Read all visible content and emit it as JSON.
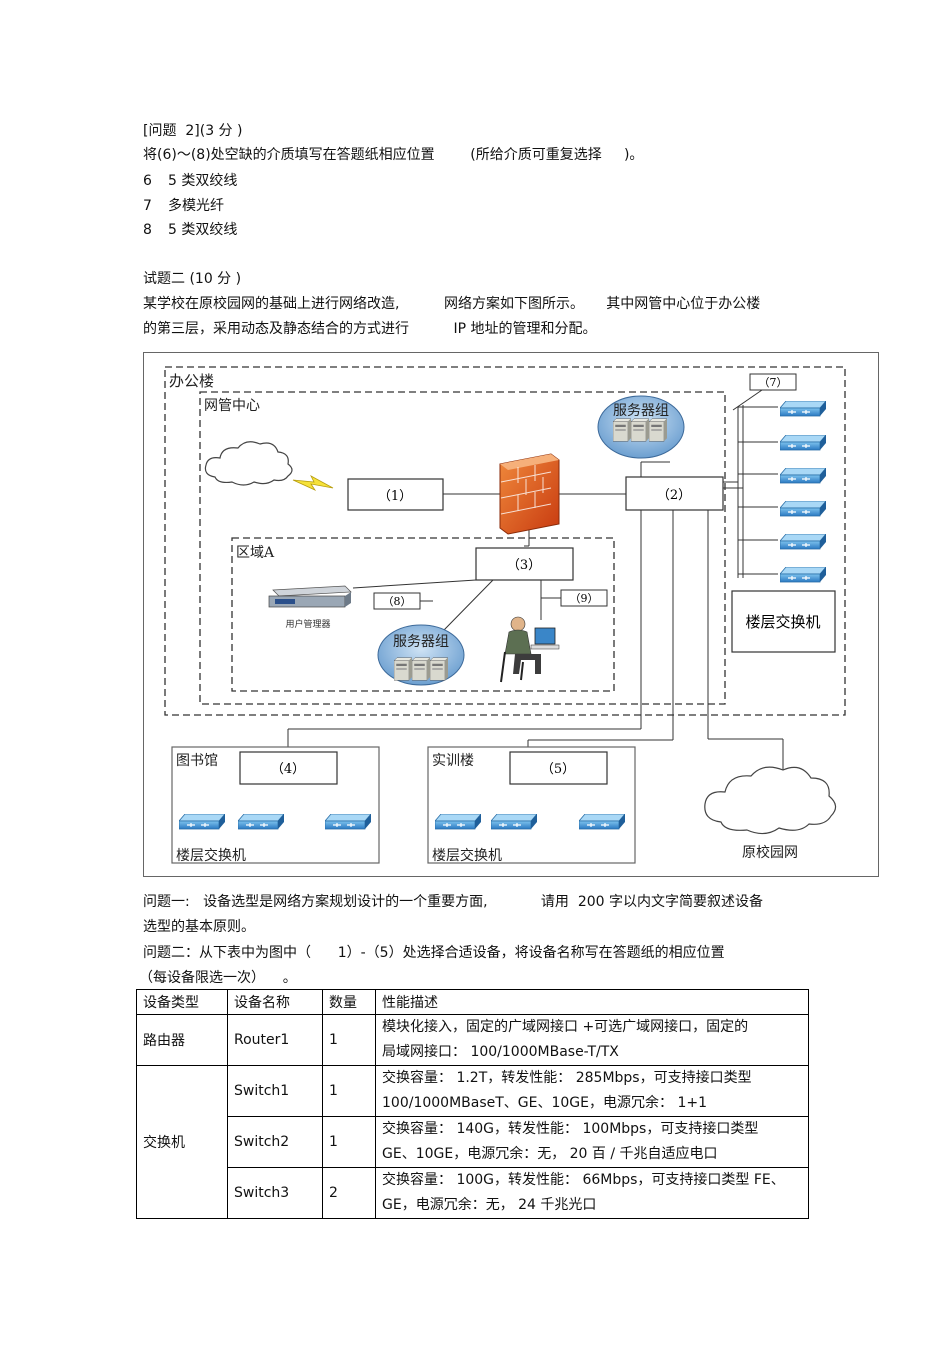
{
  "section1": {
    "heading": "[问题  2](3 分 )",
    "instruction": "将(6)～(8)处空缺的介质填写在答题纸相应位置        (所给介质可重复选择     )。",
    "answers": [
      {
        "num": "6",
        "text": "5 类双绞线"
      },
      {
        "num": "7",
        "text": "多模光纤"
      },
      {
        "num": "8",
        "text": "5 类双绞线"
      }
    ]
  },
  "section2": {
    "heading": "试题二 (10 分 )",
    "intro_line1": "某学校在原校园网的基础上进行网络改造,          网络方案如下图所示。     其中网管中心位于办公楼",
    "intro_line2": "的第三层，采用动态及静态结合的方式进行          IP 地址的管理和分配。"
  },
  "diagram": {
    "office_building": "办公楼",
    "network_center": "网管中心",
    "server_group": "服务器组",
    "zone_a": "区域A",
    "user_manager": "用户管理器",
    "floor_switch": "楼层交换机",
    "library": "图书馆",
    "training_building": "实训楼",
    "old_campus": "原校园网",
    "labels": {
      "b1": "（1）",
      "b2": "（2）",
      "b3": "（3）",
      "b4": "（4）",
      "b5": "（5）",
      "b7": "（7）",
      "b8": "（8）",
      "b9": "（9）"
    }
  },
  "questions": {
    "q1_line1": "问题一:   设备选型是网络方案规划设计的一个重要方面,            请用  200 字以内文字简要叙述设备",
    "q1_line2": "选型的基本原则。",
    "q2_line1": "问题二：从下表中为图中（      1）-（5）处选择合适设备，将设备名称写在答题纸的相应位置",
    "q2_line2": "（每设备限选一次）    。"
  },
  "table": {
    "headers": [
      "设备类型",
      "设备名称",
      "数量",
      "性能描述"
    ],
    "router_type": "路由器",
    "switch_type": "交换机",
    "rows": [
      {
        "name": "Router1",
        "qty": "1",
        "desc1": "模块化接入，固定的广域网接口      +可选广域网接口，固定的",
        "desc2": "局域网接口：     100/1000MBase-T/TX"
      },
      {
        "name": "Switch1",
        "qty": "1",
        "desc1": "交换容量：     1.2T，转发性能：      285Mbps，可支持接口类型",
        "desc2": "100/1000MBaseT、GE、10GE，电源冗余：     1+1"
      },
      {
        "name": "Switch2",
        "qty": "1",
        "desc1": "交换容量：     140G，转发性能：      100Mbps，可支持接口类型",
        "desc2": "GE、10GE，电源冗余：无，      20 百 / 千兆自适应电口"
      },
      {
        "name": "Switch3",
        "qty": "2",
        "desc1": "交换容量：     100G，转发性能：     66Mbps，可支持接口类型     FE、",
        "desc2": "GE，电源冗余：无，      24 千兆光口"
      }
    ]
  }
}
